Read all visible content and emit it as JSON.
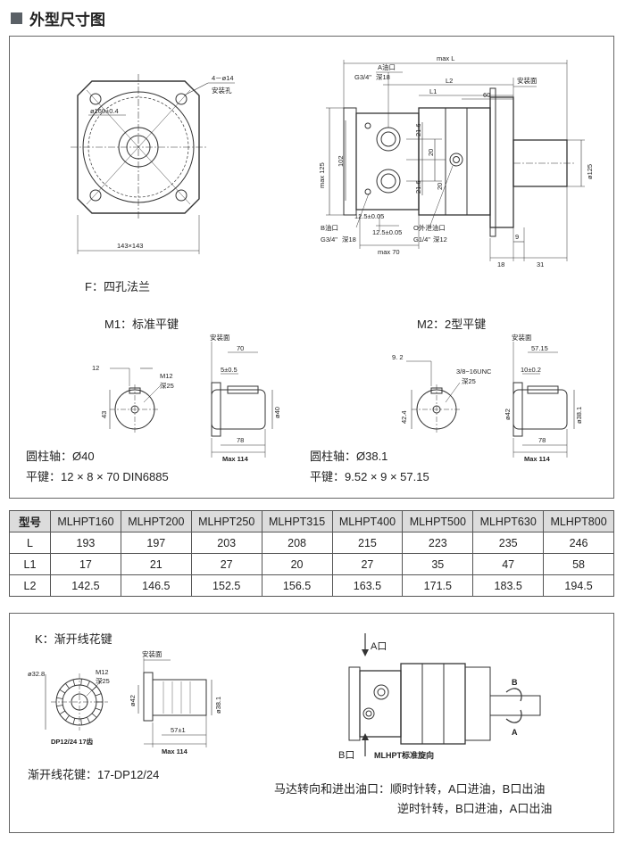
{
  "section_title": "外型尺寸图",
  "top_panel": {
    "flange_label": "F：四孔法兰",
    "flange_dims": {
      "diameter": "ø160±0.4",
      "holes": "4－ø14",
      "holes_note": "安装孔",
      "square": "143×143"
    },
    "side_view": {
      "max_L": "max L",
      "a_port": "A油口",
      "a_thread": "G3/4\"",
      "a_depth": "深18",
      "L2": "L2",
      "L1": "L1",
      "d60": "60",
      "mount_face": "安装面",
      "max125": "max 125",
      "d102": "102",
      "d216a": "21.6",
      "d20a": "20",
      "d216b": "21.6",
      "d20b": "20",
      "d125a": "12.5±0.05",
      "d125b": "12.5±0.05",
      "b_port": "B油口",
      "b_thread": "G3/4\"",
      "b_depth": "深18",
      "o_port": "O外泄油口",
      "o_thread": "G1/4\"",
      "o_depth": "深12",
      "max70": "max 70",
      "d125dia": "ø125",
      "d9": "9",
      "d18": "18",
      "d31": "31"
    },
    "m1": {
      "title": "M1：标准平键",
      "key_w": "12",
      "m12": "M12",
      "m12_depth": "深25",
      "h43": "43",
      "mount_face": "安装面",
      "d70": "70",
      "d5": "5±0.5",
      "d40": "ø40",
      "d78": "78",
      "max114": "Max 114",
      "shaft_line": "圆柱轴：Ø40",
      "key_line": "平键：12 × 8 × 70 DIN6885"
    },
    "m2": {
      "title": "M2：2型平键",
      "key_w": "9. 2",
      "unc": "3/8−16UNC",
      "unc_depth": "深25",
      "h424": "42.4",
      "mount_face": "安装面",
      "d5715": "57.15",
      "d10": "10±0.2",
      "d381": "ø38.1",
      "d42": "ø42",
      "d78": "78",
      "max114": "Max 114",
      "shaft_line": "圆柱轴：Ø38.1",
      "key_line": "平键：9.52 × 9 × 57.15"
    }
  },
  "table": {
    "header": [
      "型号",
      "MLHPT160",
      "MLHPT200",
      "MLHPT250",
      "MLHPT315",
      "MLHPT400",
      "MLHPT500",
      "MLHPT630",
      "MLHPT800"
    ],
    "rows": [
      [
        "L",
        "193",
        "197",
        "203",
        "208",
        "215",
        "223",
        "235",
        "246"
      ],
      [
        "L1",
        "17",
        "21",
        "27",
        "20",
        "27",
        "35",
        "47",
        "58"
      ],
      [
        "L2",
        "142.5",
        "146.5",
        "152.5",
        "156.5",
        "163.5",
        "171.5",
        "183.5",
        "194.5"
      ]
    ]
  },
  "bottom_panel": {
    "k_title": "K：渐开线花键",
    "spline_dia": "ø32.8",
    "m12": "M12",
    "m12_depth": "深25",
    "dp": "DP12/24 17齿",
    "mount_face": "安装面",
    "d381": "ø38.1",
    "d42": "ø42",
    "d57": "57±1",
    "max114": "Max 114",
    "spline_line": "渐开线花键：17-DP12/24",
    "a_port": "A口",
    "b_port": "B口",
    "std_rot": "MLHPT标准旋向",
    "rot_b": "B",
    "rot_a": "A",
    "dir_line1": "马达转向和进出油口：顺时针转，A口进油，B口出油",
    "dir_line2": "逆时针转，B口进油，A口出油"
  }
}
